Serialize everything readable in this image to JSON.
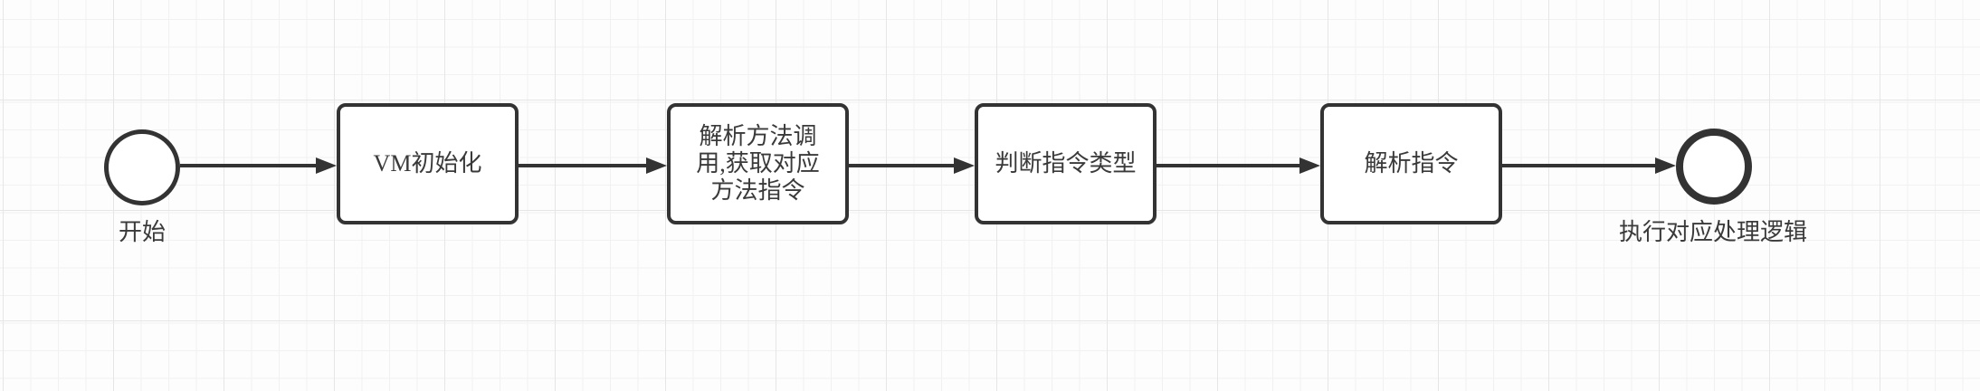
{
  "colors": {
    "stroke": "#333333",
    "text": "#3a3a3a",
    "node_fill": "#ffffff",
    "canvas_bg": "#fdfdfd",
    "grid_minor": "#f1f1f1",
    "grid_major": "#e6e6e6"
  },
  "diagram": {
    "type": "flowchart",
    "nodes": [
      {
        "id": "start-event",
        "shape": "circle",
        "label": "开始"
      },
      {
        "id": "vm-init",
        "shape": "rounded-rect",
        "label": "VM初始化"
      },
      {
        "id": "parse-method-call",
        "shape": "rounded-rect",
        "label": "解析方法调用,获取对应方法指令"
      },
      {
        "id": "judge-instruction-type",
        "shape": "rounded-rect",
        "label": "判断指令类型"
      },
      {
        "id": "parse-instruction",
        "shape": "rounded-rect",
        "label": "解析指令"
      },
      {
        "id": "end-event",
        "shape": "thick-circle",
        "label": "执行对应处理逻辑"
      }
    ],
    "connections": [
      {
        "from": "start-event",
        "to": "vm-init"
      },
      {
        "from": "vm-init",
        "to": "parse-method-call"
      },
      {
        "from": "parse-method-call",
        "to": "judge-instruction-type"
      },
      {
        "from": "judge-instruction-type",
        "to": "parse-instruction"
      },
      {
        "from": "parse-instruction",
        "to": "end-event"
      }
    ]
  }
}
